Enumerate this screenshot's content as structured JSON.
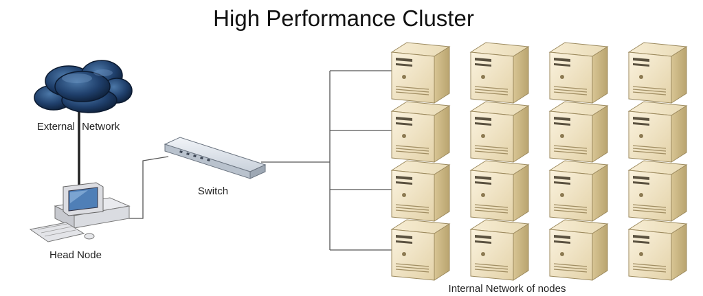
{
  "title": "High Performance Cluster",
  "labels": {
    "external_network": "External Network",
    "head_node": "Head Node",
    "switch": "Switch",
    "internal_network": "Internal Network of nodes"
  },
  "icons": {
    "cloud": "cloud-icon",
    "head_node": "workstation-icon",
    "switch": "network-switch-icon",
    "node": "server-tower-icon"
  },
  "colors": {
    "server_body": "#efe3c6",
    "cloud": "#1d3b64",
    "switch": "#dfe5ec",
    "line": "#555555"
  },
  "grid": {
    "rows": 4,
    "cols": 4
  }
}
